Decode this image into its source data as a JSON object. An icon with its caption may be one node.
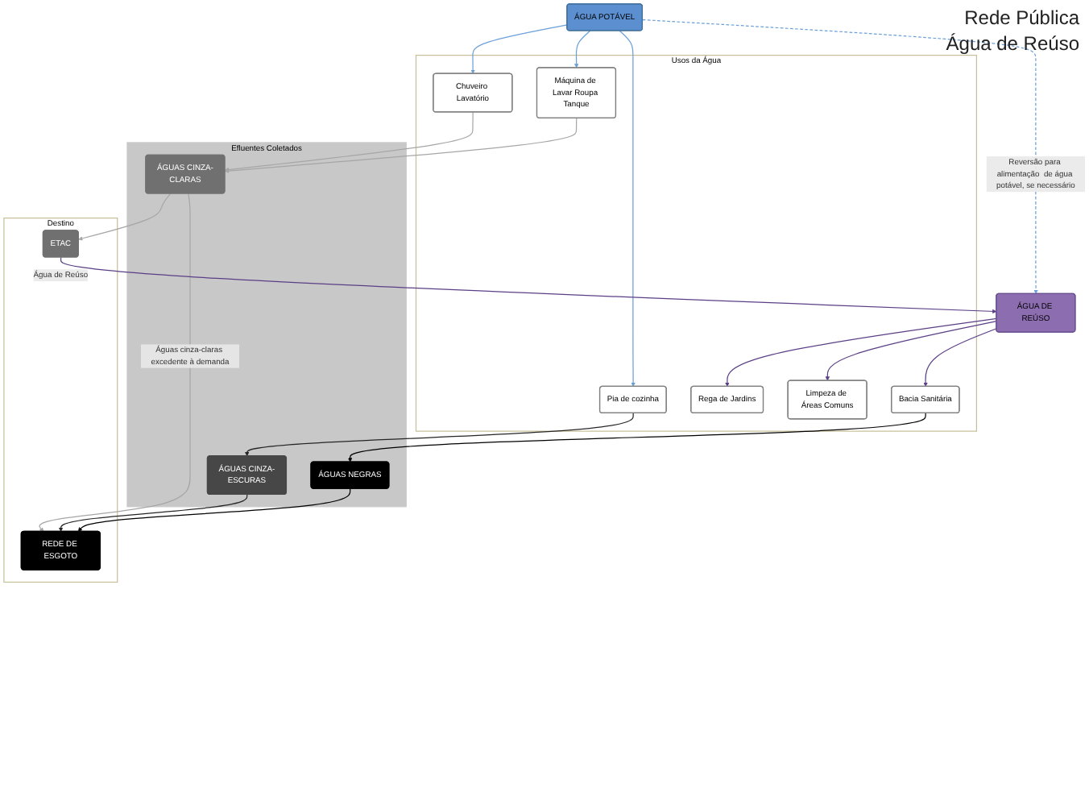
{
  "diagram": {
    "nodes": [
      {
        "text": [
          "ÁGUA POTÁVEL"
        ]
      },
      {
        "text": [
          "ÁGUA DE REÚSO"
        ]
      },
      {
        "text": [
          "Usos da Água"
        ]
      },
      {
        "text": [
          "Chuveiro Lavatório"
        ],
        "in": 2
      },
      {
        "text": [
          "Máquina de Lavar Roupa Tanque"
        ],
        "in": 2
      },
      {
        "text": [
          "Pia de cozinha"
        ],
        "in": 2
      },
      {
        "text": [
          "Rega de Jardins"
        ],
        "in": 2
      },
      {
        "text": [
          "Limpeza de Áreas Comuns"
        ],
        "in": 2
      },
      {
        "text": [
          "Bacia Sanitária"
        ],
        "in": 2
      },
      {
        "text": [
          "Efluentes Coletados"
        ]
      },
      {
        "text": [
          "ÁGUAS CINZA-CLARAS"
        ],
        "in": 9
      },
      {
        "text": [
          "ÁGUAS CINZA-ESCURAS"
        ],
        "in": 9
      },
      {
        "text": [
          "ÁGUAS NEGRAS"
        ],
        "in": 9
      },
      {
        "text": [
          "Destino"
        ]
      },
      {
        "text": [
          "ETAC"
        ],
        "in": 13
      },
      {
        "text": [
          "REDE DE ESGOTO"
        ],
        "in": 13
      }
    ],
    "edges": [
      {
        "from": 0,
        "to": 1,
        "arrow": "to",
        "style": "dashed",
        "color": "#6a9fd8",
        "label": "Reversão para alimentação  de água potável, se necessário"
      },
      {
        "from": 0,
        "to": 3,
        "arrow": "to",
        "color": "#6a9fd8"
      },
      {
        "from": 0,
        "to": 4,
        "arrow": "to",
        "color": "#6a9fd8"
      },
      {
        "from": 0,
        "to": 5,
        "arrow": "to",
        "color": "#6a9fd8"
      },
      {
        "from": 1,
        "to": 6,
        "arrow": "to",
        "color": "#5b3f86"
      },
      {
        "from": 1,
        "to": 7,
        "arrow": "to",
        "color": "#5b3f86"
      },
      {
        "from": 1,
        "to": 8,
        "arrow": "to",
        "color": "#5b3f86"
      },
      {
        "from": 3,
        "to": 10,
        "arrow": "to",
        "color": "#a6a6a6"
      },
      {
        "from": 4,
        "to": 10,
        "arrow": "to",
        "color": "#a6a6a6"
      },
      {
        "from": 5,
        "to": 11,
        "arrow": "to",
        "color": "#262626"
      },
      {
        "from": 8,
        "to": 12,
        "arrow": "to",
        "color": "#000000"
      },
      {
        "from": 10,
        "to": 14,
        "arrow": "to",
        "color": "#a6a6a6"
      },
      {
        "from": 10,
        "to": 15,
        "arrow": "to",
        "color": "#a6a6a6",
        "label": "Águas cinza-claras excedente à demanda"
      },
      {
        "from": 11,
        "to": 15,
        "arrow": "to",
        "color": "#262626"
      },
      {
        "from": 12,
        "to": 15,
        "arrow": "to",
        "color": "#000000"
      },
      {
        "from": 14,
        "to": 1,
        "arrow": "to",
        "color": "#5b3f86",
        "label": "Água de Reúso"
      }
    ],
    "labels": [
      "Rede Pública",
      "Água de Reúso"
    ]
  }
}
